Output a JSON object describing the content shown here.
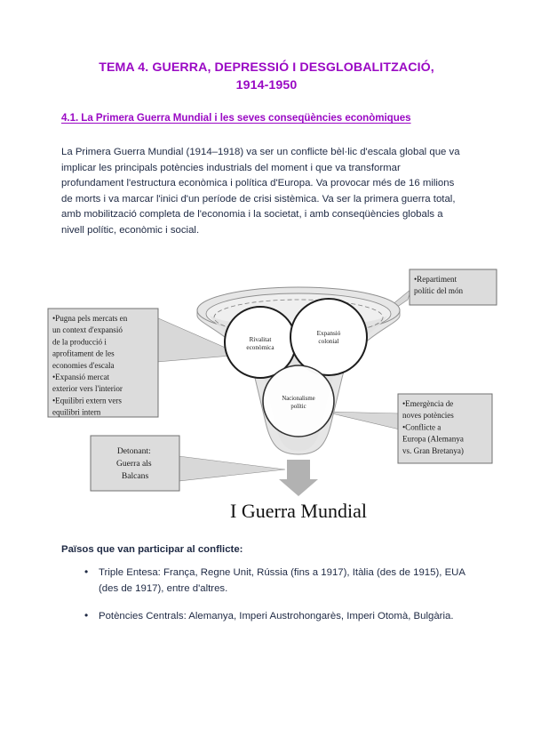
{
  "document": {
    "title_line1": "TEMA 4.  GUERRA, DEPRESSIÓ I DESGLOBALITZACIÓ,",
    "title_line2": "1914-1950",
    "section_heading": "4.1. La Primera Guerra Mundial i les seves conseqüències econòmiques",
    "paragraph": "La Primera Guerra Mundial (1914–1918) va ser un conflicte bèl·lic d'escala global que va implicar les principals potències industrials del moment i que va transformar profundament l'estructura econòmica i política d'Europa. Va provocar més de 16 milions de morts i va marcar l'inici d'un període de crisi sistèmica. Va ser la primera guerra total, amb mobilització completa de l'economia i la societat, i amb conseqüències globals a nivell polític, econòmic i social.",
    "accent_color": "#9a09c4",
    "body_color": "#1f2a44"
  },
  "diagram": {
    "outcome_label": "I Guerra Mundial",
    "circles": [
      {
        "line1": "Rivalitat",
        "line2": "econòmica"
      },
      {
        "line1": "Expansió",
        "line2": "colonial"
      },
      {
        "line1": "Nacionalisme",
        "line2": "polític"
      }
    ],
    "callout_left": {
      "lines": [
        "•Pugna pels mercats en",
        "un context d'expansió",
        "de la producció i",
        "aprofitament de les",
        "economies d'escala",
        "•Expansió mercat",
        "exterior vers l'interior",
        "•Equilibri extern vers",
        "equilibri intern"
      ]
    },
    "callout_top_right": {
      "lines": [
        "•Repartiment",
        "polític del món"
      ]
    },
    "callout_bottom_right": {
      "lines": [
        "•Emergència de",
        "noves potències",
        "•Conflicte a",
        "Europa (Alemanya",
        "vs. Gran Bretanya)"
      ]
    },
    "callout_detonant": {
      "lines": [
        "Detonant:",
        "Guerra als",
        "Balcans"
      ]
    },
    "box_fill": "#dcdcdc",
    "funnel_fill": "#e3e3e3",
    "arrow_fill": "#b0b0b0"
  },
  "countries": {
    "heading": "Països que van participar al conflicte:",
    "items": [
      "Triple Entesa: França, Regne Unit, Rússia (fins a 1917), Itàlia (des de 1915), EUA (des de 1917), entre d'altres.",
      "Potències Centrals: Alemanya, Imperi Austrohongarès, Imperi Otomà, Bulgària."
    ]
  }
}
